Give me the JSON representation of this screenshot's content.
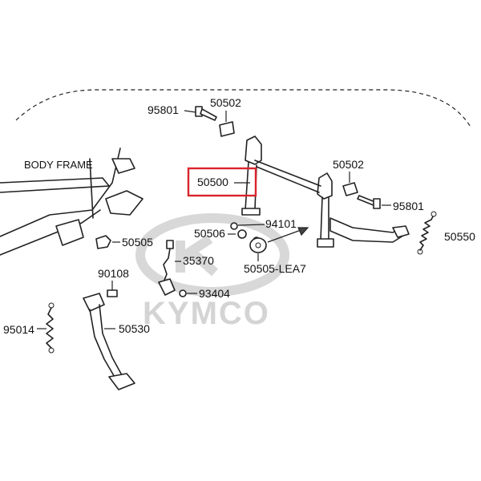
{
  "diagram": {
    "frame_label": "BODY  FRAME",
    "watermark": "KYMCO",
    "highlight_color": "#d9242b",
    "parts": {
      "p95801_top": "95801",
      "p50502_top": "50502",
      "p50500": "50500",
      "p50502_right": "50502",
      "p95801_right": "95801",
      "p94101": "94101",
      "p50506": "50506",
      "p50550": "50550",
      "p50505": "50505",
      "p35370": "35370",
      "p50505_lea7": "50505-LEA7",
      "p90108": "90108",
      "p93404": "93404",
      "p95014": "95014",
      "p50530": "50530"
    }
  }
}
